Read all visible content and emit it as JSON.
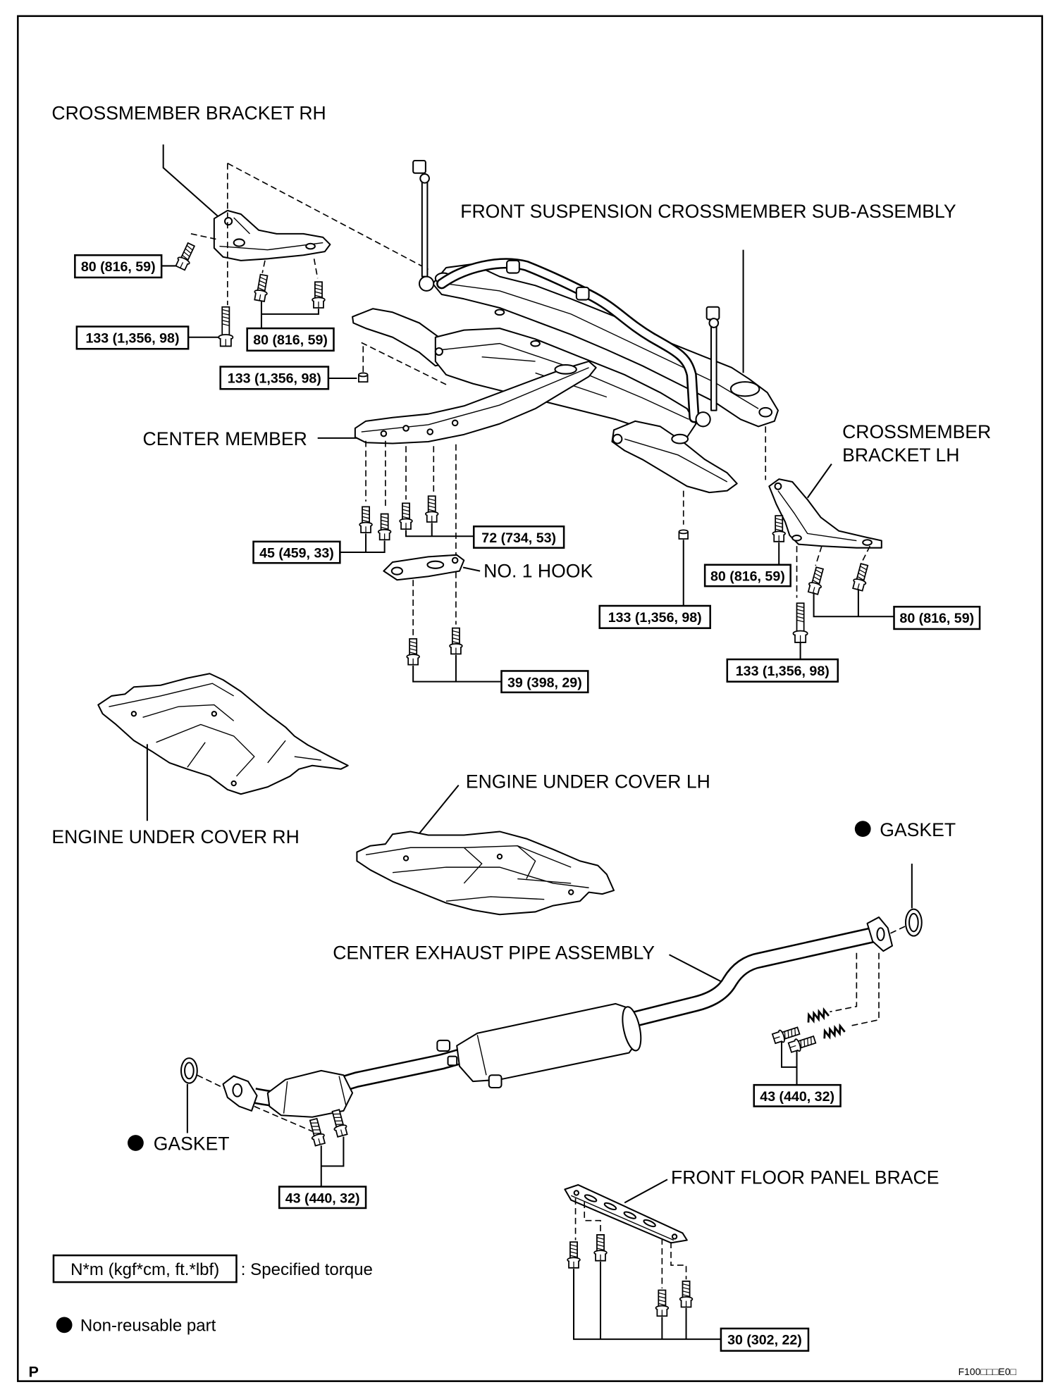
{
  "labels": {
    "crossmember_bracket_rh": "CROSSMEMBER BRACKET RH",
    "front_suspension_crossmember": "FRONT SUSPENSION CROSSMEMBER SUB-ASSEMBLY",
    "center_member": "CENTER MEMBER",
    "crossmember_bracket_lh_line1": "CROSSMEMBER",
    "crossmember_bracket_lh_line2": "BRACKET LH",
    "no1_hook": "NO. 1 HOOK",
    "engine_under_cover_lh": "ENGINE UNDER COVER LH",
    "engine_under_cover_rh": "ENGINE UNDER COVER RH",
    "gasket_front": "GASKET",
    "gasket_rear": "GASKET",
    "center_exhaust_pipe": "CENTER EXHAUST PIPE ASSEMBLY",
    "front_floor_panel_brace": "FRONT FLOOR PANEL BRACE"
  },
  "torques": [
    "80 (816, 59)",
    "133 (1,356, 98)",
    "80 (816, 59)",
    "133 (1,356, 98)",
    "72 (734, 53)",
    "45 (459, 33)",
    "80 (816, 59)",
    "133 (1,356, 98)",
    "80 (816, 59)",
    "133 (1,356, 98)",
    "39 (398, 29)",
    "43 (440, 32)",
    "43 (440, 32)",
    "30 (302, 22)"
  ],
  "legend": {
    "torque_box": "N*m (kgf*cm, ft.*lbf)",
    "torque_text": ": Specified torque",
    "non_reusable": "Non-reusable part"
  },
  "footer": {
    "page_mark": "P",
    "figure_code": "F100□□□E0□"
  }
}
